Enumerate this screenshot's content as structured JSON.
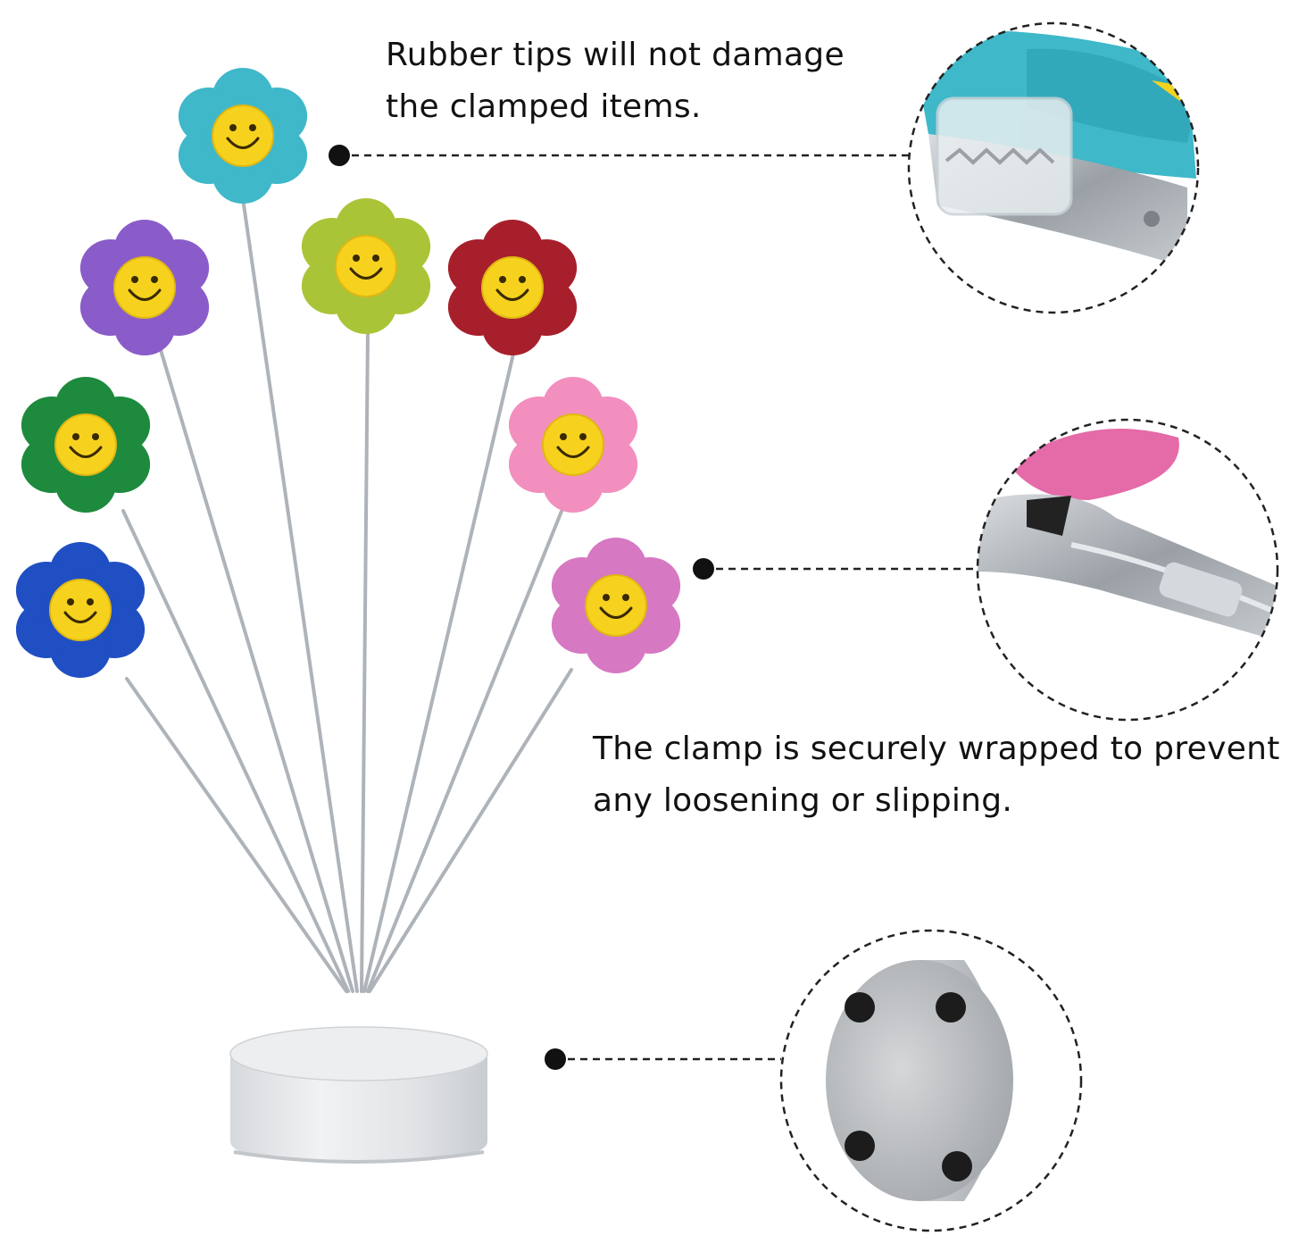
{
  "captions": {
    "rubber_tips": {
      "line1": "Rubber tips will not damage",
      "line2": "the clamped items."
    },
    "clamp_wrapped": {
      "line1": "The clamp is securely wrapped to prevent",
      "line2": "any loosening or slipping."
    }
  },
  "colors": {
    "flower_teal": "#3fb8c9",
    "flower_purple": "#8a5cc9",
    "flower_lime": "#a9c436",
    "flower_red": "#a81f2c",
    "flower_green": "#1d8a3e",
    "flower_pink": "#f28fbf",
    "flower_blue": "#1f4fc2",
    "flower_magenta": "#d678c2",
    "face_yellow": "#f6d21f",
    "stem_silver": "#b7bcc2",
    "base_gray": "#e3e5e7"
  }
}
